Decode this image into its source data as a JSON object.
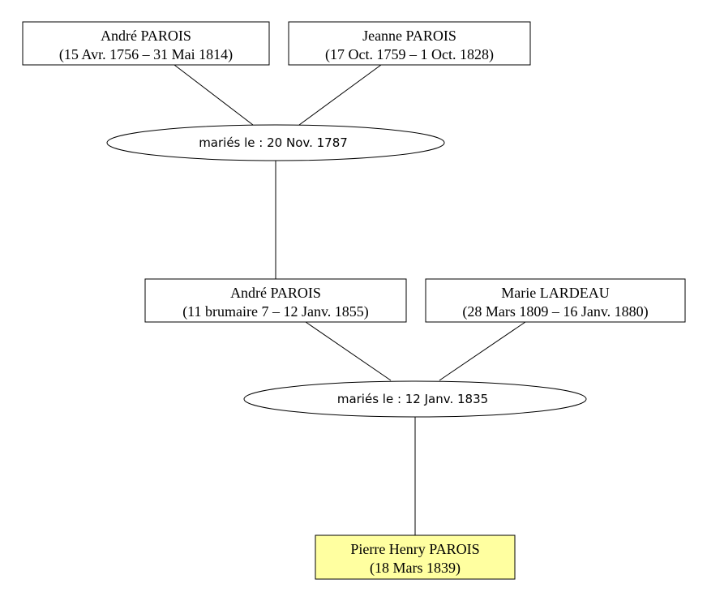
{
  "people": {
    "andre_senior": {
      "name": "André PAROIS",
      "dates": "(15 Avr. 1756 – 31 Mai 1814)"
    },
    "jeanne": {
      "name": "Jeanne PAROIS",
      "dates": "(17 Oct. 1759 – 1 Oct. 1828)"
    },
    "andre_junior": {
      "name": "André PAROIS",
      "dates": "(11 brumaire 7 – 12 Janv. 1855)"
    },
    "marie": {
      "name": "Marie LARDEAU",
      "dates": "(28 Mars 1809 – 16 Janv. 1880)"
    },
    "pierre": {
      "name": "Pierre Henry PAROIS",
      "dates": "(18 Mars 1839)"
    }
  },
  "unions": {
    "first": {
      "label": "mariés le : 20 Nov. 1787"
    },
    "second": {
      "label": "mariés le : 12 Janv. 1835"
    }
  },
  "colors": {
    "highlight_fill": "#ffffa0",
    "default_fill": "#ffffff",
    "stroke": "#000000"
  }
}
